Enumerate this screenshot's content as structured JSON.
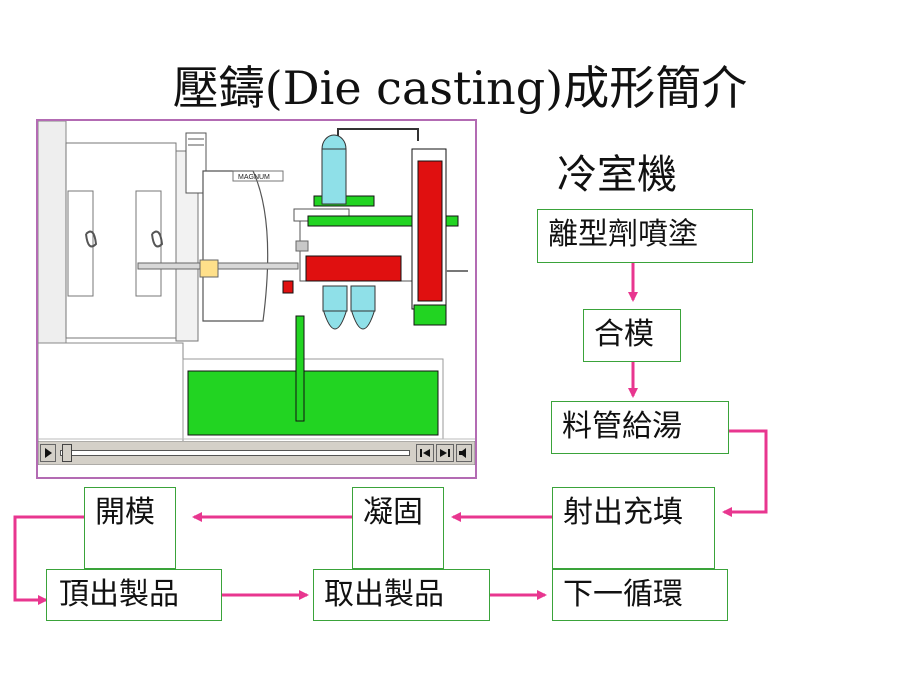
{
  "slide": {
    "title": "壓鑄(Die casting)成形簡介",
    "subtitle": "冷室機"
  },
  "animation": {
    "machine_label": "MAGNUM"
  },
  "flow": {
    "steps": {
      "release_spray": "離型劑噴塗",
      "close_mold": "合模",
      "feed_pour": "料管給湯",
      "injection_fill": "射出充填",
      "solidify": "凝固",
      "open_mold": "開模",
      "eject_part": "頂出製品",
      "remove_part": "取出製品",
      "next_cycle": "下一循環"
    },
    "colors": {
      "box_border": "#3aa33a",
      "arrow": "#e8368f",
      "frame_border": "#b36bb3"
    }
  }
}
